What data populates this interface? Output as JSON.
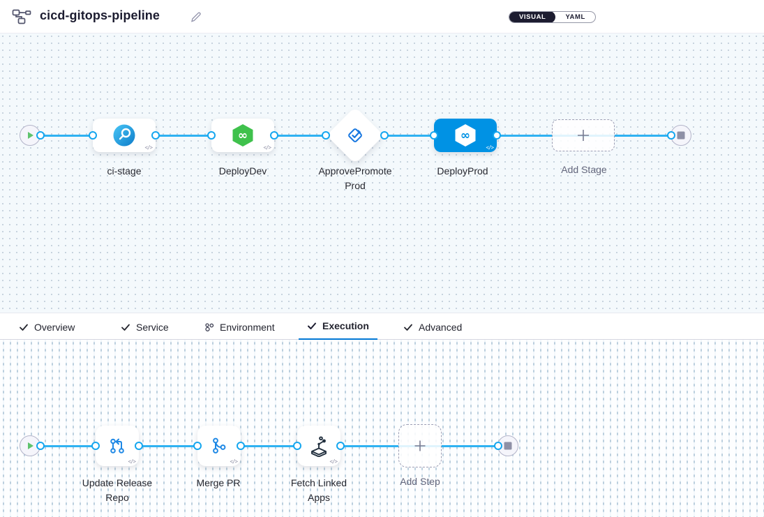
{
  "header": {
    "pipeline_icon": "pipeline-icon",
    "title": "cicd-gitops-pipeline",
    "edit_icon": "edit-pencil-icon",
    "mode_toggle": {
      "visual_label": "VISUAL",
      "yaml_label": "YAML",
      "selected": "VISUAL"
    }
  },
  "common": {
    "code_glyph": "</>",
    "plus_glyph": "+"
  },
  "stage_canvas": {
    "start_node_icon": "play-icon",
    "end_node_icon": "stop-icon",
    "stages": [
      {
        "label": "ci-stage",
        "icon": "ci-build-icon",
        "shape": "rect",
        "selected": false
      },
      {
        "label": "DeployDev",
        "icon": "cd-hexagon-icon",
        "shape": "rect",
        "selected": false
      },
      {
        "label": "ApprovePromoteProd",
        "icon": "approval-icon",
        "shape": "diamond",
        "selected": false
      },
      {
        "label": "DeployProd",
        "icon": "cd-hexagon-icon",
        "shape": "rect",
        "selected": true
      }
    ],
    "add_stage": {
      "label": "Add Stage"
    }
  },
  "tabs": [
    {
      "label": "Overview",
      "icon": "check-icon",
      "selected": false
    },
    {
      "label": "Service",
      "icon": "check-icon",
      "selected": false
    },
    {
      "label": "Environment",
      "icon": "environment-icon",
      "selected": false
    },
    {
      "label": "Execution",
      "icon": "check-icon",
      "selected": true
    },
    {
      "label": "Advanced",
      "icon": "check-icon",
      "selected": false
    }
  ],
  "execution_canvas": {
    "start_node_icon": "play-icon",
    "end_node_icon": "stop-icon",
    "steps": [
      {
        "label": "Update Release Repo",
        "icon": "update-release-repo-icon"
      },
      {
        "label": "Merge PR",
        "icon": "git-merge-icon"
      },
      {
        "label": "Fetch Linked Apps",
        "icon": "fetch-linked-apps-icon"
      }
    ],
    "add_step": {
      "label": "Add Step"
    }
  },
  "colors": {
    "accent": "#0092e4",
    "connector": "#2fb2f2",
    "tab_underline": "#0278d5",
    "success_green": "#42c14c",
    "selected_stage_bg": "#0092e4"
  }
}
